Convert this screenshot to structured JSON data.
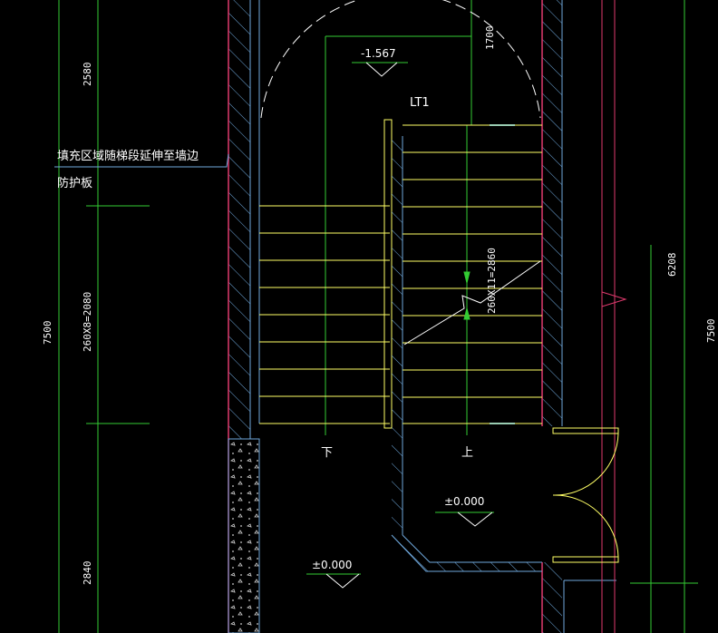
{
  "annotations": {
    "note_line1": "填充区域随梯段延伸至墙边",
    "note_line2": "防护板",
    "stair_id": "LT1",
    "label_down": "下",
    "label_up": "上"
  },
  "levels": {
    "top": "-1.567",
    "landing": "±0.000",
    "lower": "±0.000"
  },
  "dimensions": {
    "left_upper": "2580",
    "left_total": "7500",
    "left_flight": "260X8=2080",
    "left_lower": "2840",
    "right_flight": "260X11=2860",
    "top_right": "1700",
    "right_span": "6208",
    "right_total": "7500"
  },
  "colors": {
    "wall": "#e03a6e",
    "hatch": "#6fa8dc",
    "tread": "#ffff66",
    "dimension": "#33cc33",
    "door": "#ffff66",
    "text": "#ffffff"
  }
}
